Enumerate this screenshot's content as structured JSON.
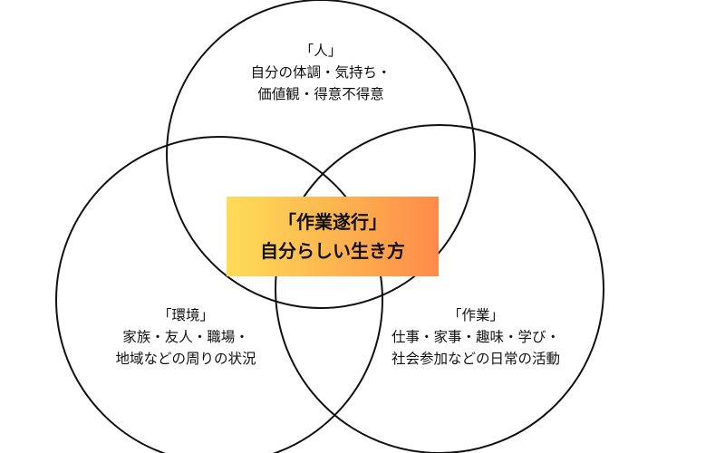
{
  "circles": [
    {
      "id": "person",
      "title": "「人」",
      "lines": [
        "自分の体調・気持ち・",
        "価値観・得意不得意"
      ]
    },
    {
      "id": "environment",
      "title": "「環境」",
      "lines": [
        "家族・友人・職場・",
        "地域などの周りの状況"
      ]
    },
    {
      "id": "occupation",
      "title": "「作業」",
      "lines": [
        "仕事・家事・趣味・学び・",
        "社会参加などの日常の活動"
      ]
    }
  ],
  "center": {
    "line1": "「作業遂行」",
    "line2": "自分らしい生き方"
  },
  "colors": {
    "stroke": "#111111",
    "gradient_start": "#fedc58",
    "gradient_end": "#ff8a4a"
  }
}
